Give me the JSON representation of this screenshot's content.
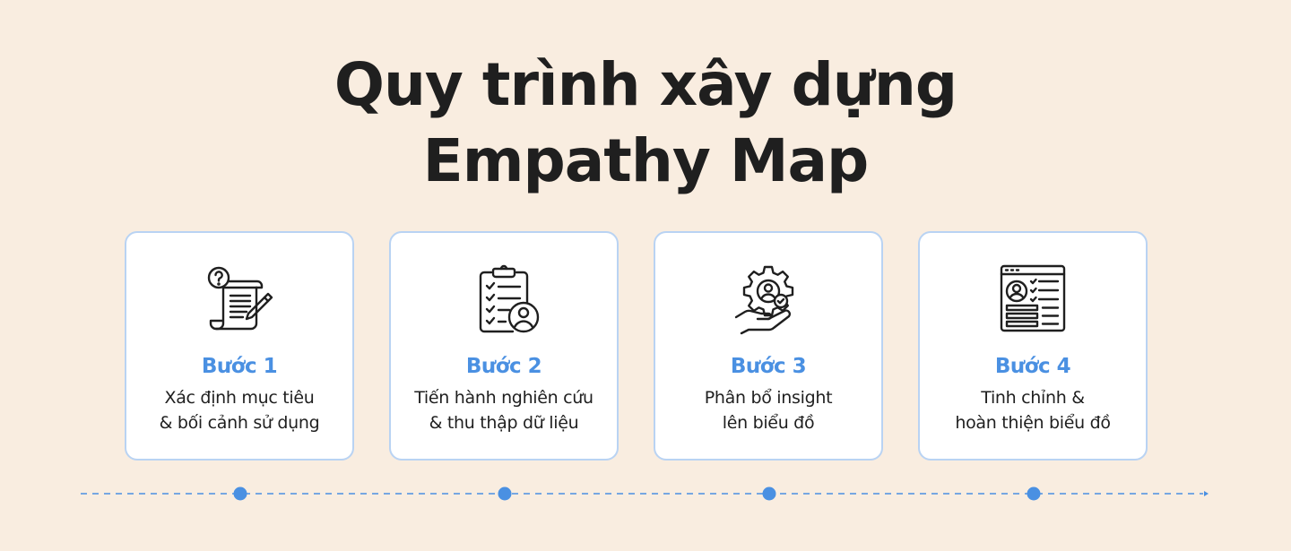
{
  "title": {
    "line1": "Quy trình xây dựng",
    "line2": "Empathy Map"
  },
  "steps": [
    {
      "label": "Bước 1",
      "line1": "Xác định mục tiêu",
      "line2": "& bối cảnh sử dụng",
      "icon": "question-scroll-icon"
    },
    {
      "label": "Bước 2",
      "line1": "Tiến hành nghiên cứu",
      "line2": "& thu thập dữ liệu",
      "icon": "clipboard-user-icon"
    },
    {
      "label": "Bước 3",
      "line1": "Phân bổ insight",
      "line2": "lên biểu đồ",
      "icon": "gear-hand-icon"
    },
    {
      "label": "Bước 4",
      "line1": "Tinh chỉnh &",
      "line2": "hoàn thiện biểu đồ",
      "icon": "profile-window-icon"
    }
  ],
  "colors": {
    "background": "#f9ede0",
    "accent": "#4a90e2",
    "card_border": "#b9d3f3",
    "text": "#1f1f1f"
  }
}
